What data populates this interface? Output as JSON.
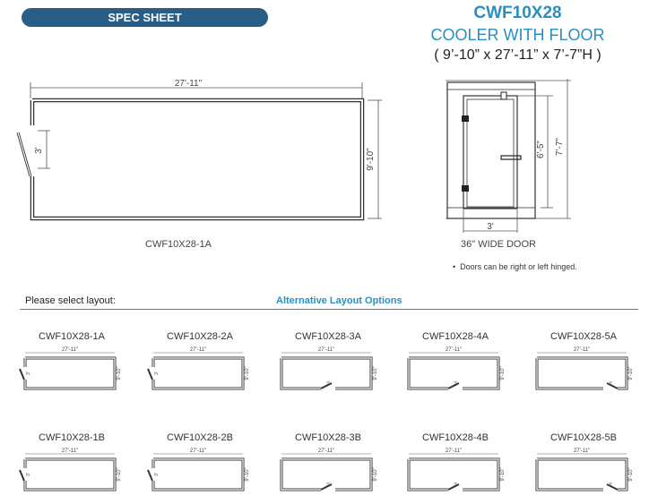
{
  "header": {
    "badge": "SPEC SHEET",
    "model": "CWF10X28",
    "product": "COOLER WITH FLOOR",
    "dimensions": "( 9’-10” x 27’-11” x 7’-7”H )"
  },
  "plan": {
    "length_dim": "27'-11\"",
    "width_dim": "9'-10\"",
    "door_dim": "3'",
    "caption": "CWF10X28-1A"
  },
  "elevation": {
    "door_height": "6'-5\"",
    "total_height": "7'-7\"",
    "door_width": "3'",
    "caption": "36\" WIDE DOOR"
  },
  "note": "Doors can be right or left hinged.",
  "layout_section": {
    "select_label": "Please select layout:",
    "alt_label": "Alternative Layout Options",
    "mini_length": "27'-11\"",
    "mini_width": "9'-10\"",
    "mini_door": "3'",
    "options": [
      {
        "name": "CWF10X28-1A"
      },
      {
        "name": "CWF10X28-2A"
      },
      {
        "name": "CWF10X28-3A"
      },
      {
        "name": "CWF10X28-4A"
      },
      {
        "name": "CWF10X28-5A"
      },
      {
        "name": "CWF10X28-1B"
      },
      {
        "name": "CWF10X28-2B"
      },
      {
        "name": "CWF10X28-3B"
      },
      {
        "name": "CWF10X28-4B"
      },
      {
        "name": "CWF10X28-5B"
      }
    ]
  }
}
